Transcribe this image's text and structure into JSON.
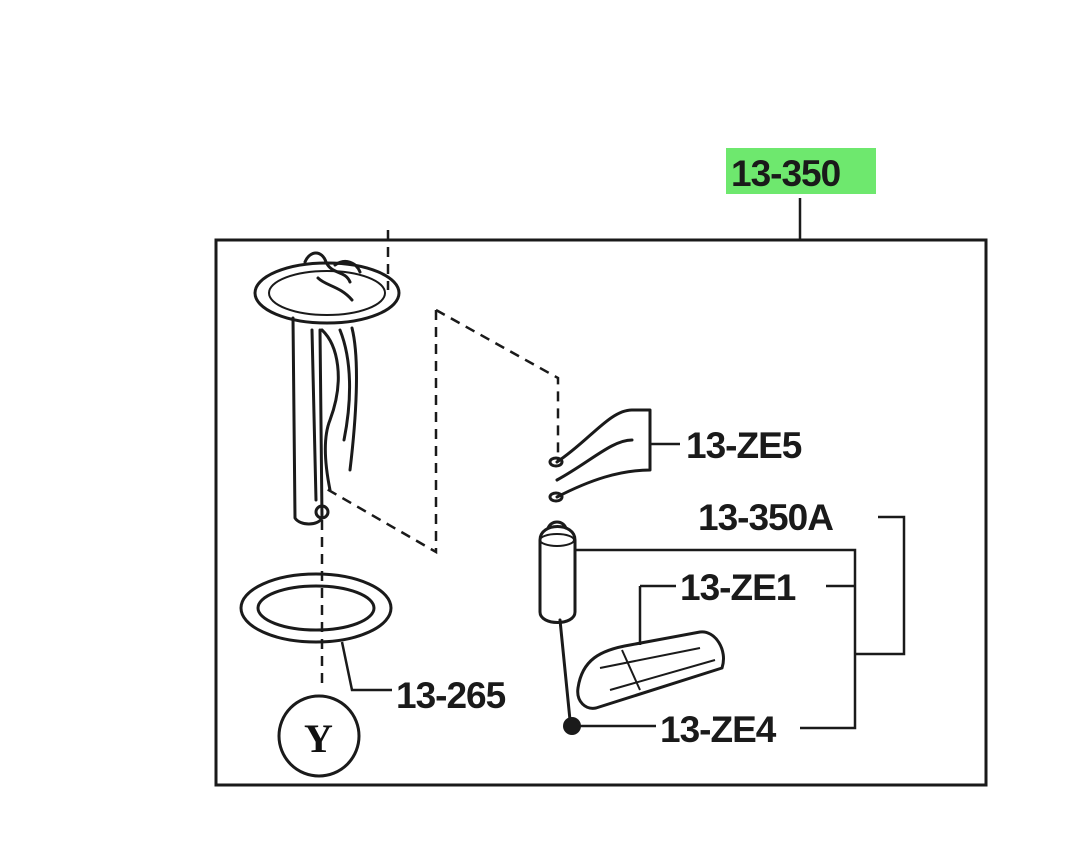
{
  "labels": {
    "main_part": "13-350",
    "ze5": "13-ZE5",
    "part_350a": "13-350A",
    "ze1": "13-ZE1",
    "gasket": "13-265",
    "ze4": "13-ZE4",
    "ref_marker": "Y"
  },
  "colors": {
    "highlight": "#6ee86e",
    "ink": "#1a1a1a",
    "background": "#ffffff"
  }
}
